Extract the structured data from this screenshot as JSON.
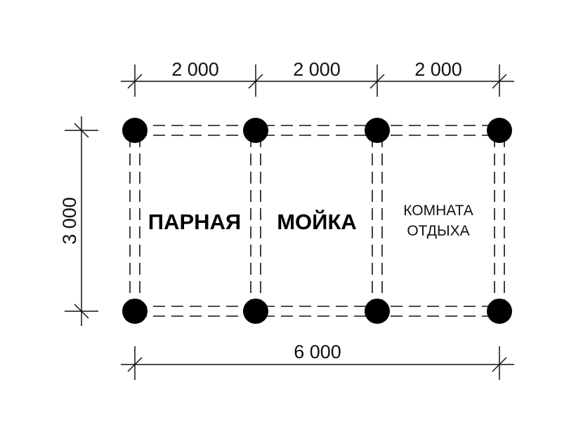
{
  "dimensions": {
    "top": [
      "2 000",
      "2 000",
      "2 000"
    ],
    "bottom": "6 000",
    "left": "3 000"
  },
  "rooms": {
    "steam": "ПАРНАЯ",
    "wash": "МОЙКА",
    "rest_line1": "КОМНАТА",
    "rest_line2": "ОТДЫХА"
  },
  "posts": {
    "columns": 4,
    "rows": 2
  }
}
